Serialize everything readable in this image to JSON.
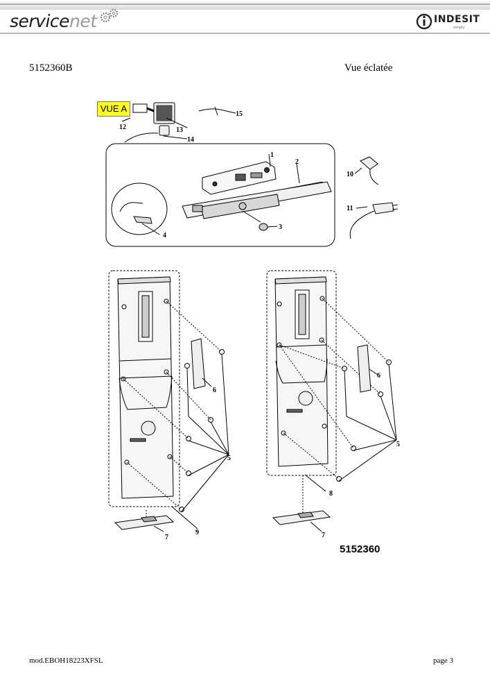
{
  "header": {
    "logo_service": "service",
    "logo_net": "net",
    "brand_name": "INDESIT",
    "brand_tagline": "simply"
  },
  "document": {
    "part_code": "5152360B",
    "view_title": "Vue éclatée",
    "detail_label": "VUE A",
    "assembly_reference": "5152360"
  },
  "callouts": [
    "1",
    "2",
    "3",
    "4",
    "5",
    "5",
    "6",
    "6",
    "7",
    "7",
    "8",
    "9",
    "10",
    "11",
    "12",
    "13",
    "14",
    "15"
  ],
  "footer": {
    "model": "mod.EBOH18223XFSL",
    "page": "page 3"
  }
}
